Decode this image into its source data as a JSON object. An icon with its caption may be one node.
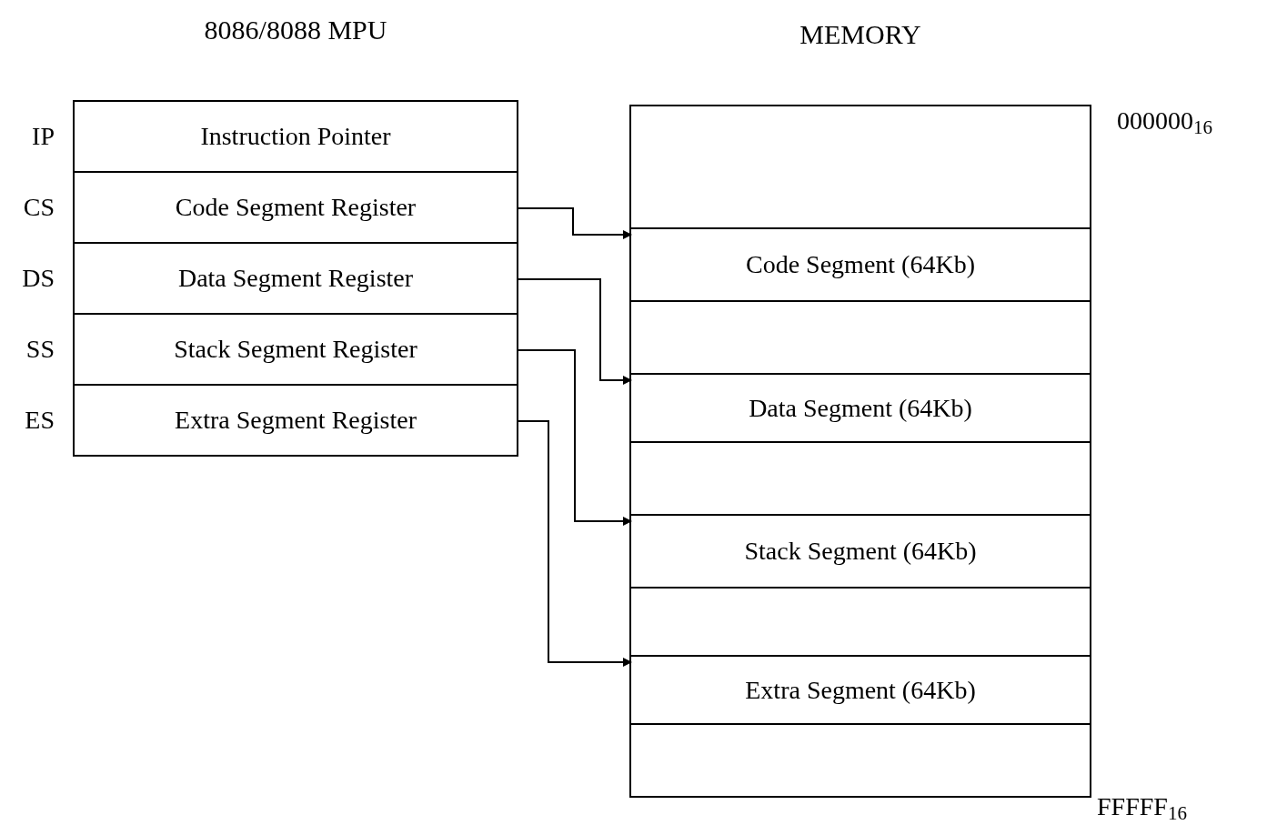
{
  "diagram": {
    "nodes": [
      {
        "text": [
          "8086/8088 MPU"
        ]
      },
      {
        "text": [
          "Instruction Pointer"
        ],
        "in": 0,
        "beside": [
          "IP"
        ]
      },
      {
        "text": [
          "Code Segment Register"
        ],
        "in": 0,
        "beside": [
          "CS"
        ]
      },
      {
        "text": [
          "Data Segment Register"
        ],
        "in": 0,
        "beside": [
          "DS"
        ]
      },
      {
        "text": [
          "Stack Segment Register"
        ],
        "in": 0,
        "beside": [
          "SS"
        ]
      },
      {
        "text": [
          "Extra Segment Register"
        ],
        "in": 0,
        "beside": [
          "ES"
        ]
      },
      {
        "text": [
          "MEMORY"
        ]
      },
      {
        "text": [],
        "shape": "box",
        "in": 6
      },
      {
        "text": [
          "Code Segment (64Kb)"
        ],
        "in": 6
      },
      {
        "text": [],
        "shape": "box",
        "in": 6
      },
      {
        "text": [
          "Data Segment (64Kb)"
        ],
        "in": 6
      },
      {
        "text": [],
        "shape": "box",
        "in": 6
      },
      {
        "text": [
          "Stack Segment (64Kb)"
        ],
        "in": 6
      },
      {
        "text": [],
        "shape": "box",
        "in": 6
      },
      {
        "text": [
          "Extra Segment (64Kb)"
        ],
        "in": 6
      },
      {
        "text": [],
        "shape": "box",
        "in": 6
      }
    ],
    "edges": [
      {
        "from": 2,
        "to": 8,
        "arrow": "to"
      },
      {
        "from": 3,
        "to": 10,
        "arrow": "to"
      },
      {
        "from": 4,
        "to": 12,
        "arrow": "to"
      },
      {
        "from": 5,
        "to": 14,
        "arrow": "to"
      }
    ],
    "labels": [
      "000000$_{16}$",
      "FFFFF$_{16}$"
    ]
  }
}
